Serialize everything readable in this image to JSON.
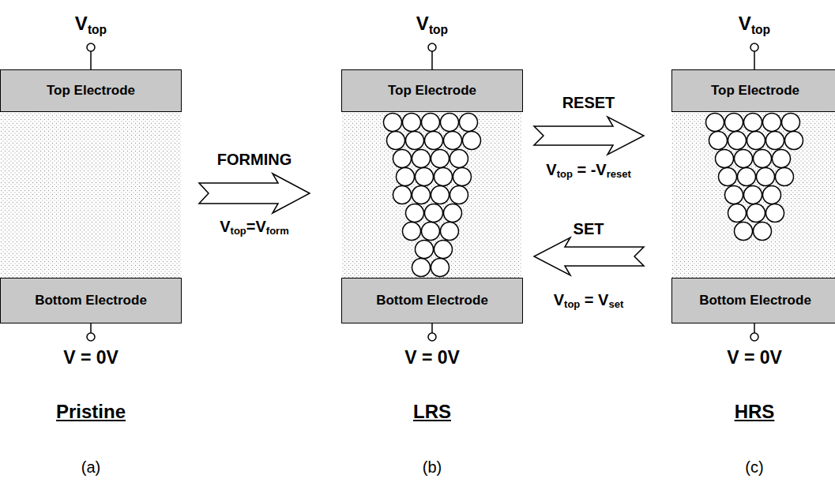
{
  "diagram": {
    "nodes": [
      {
        "text": [
          "Top Electrode"
        ]
      },
      {
        "text": [
          "Bottom Electrode"
        ]
      },
      {
        "text": [
          "Top Electrode"
        ]
      },
      {
        "text": [
          "Bottom Electrode"
        ]
      },
      {
        "text": [
          "Top Electrode"
        ]
      },
      {
        "text": [
          "Bottom Electrode"
        ]
      }
    ],
    "labels": [
      "Vtop",
      "Vtop",
      "Vtop",
      "V = 0V",
      "V = 0V",
      "V = 0V",
      "FORMING",
      "Vtop=Vform",
      "RESET",
      "Vtop = -Vreset",
      "SET",
      "Vtop = Vset",
      "Pristine",
      "LRS",
      "HRS",
      "(a)",
      "(b)",
      "(c)"
    ]
  }
}
